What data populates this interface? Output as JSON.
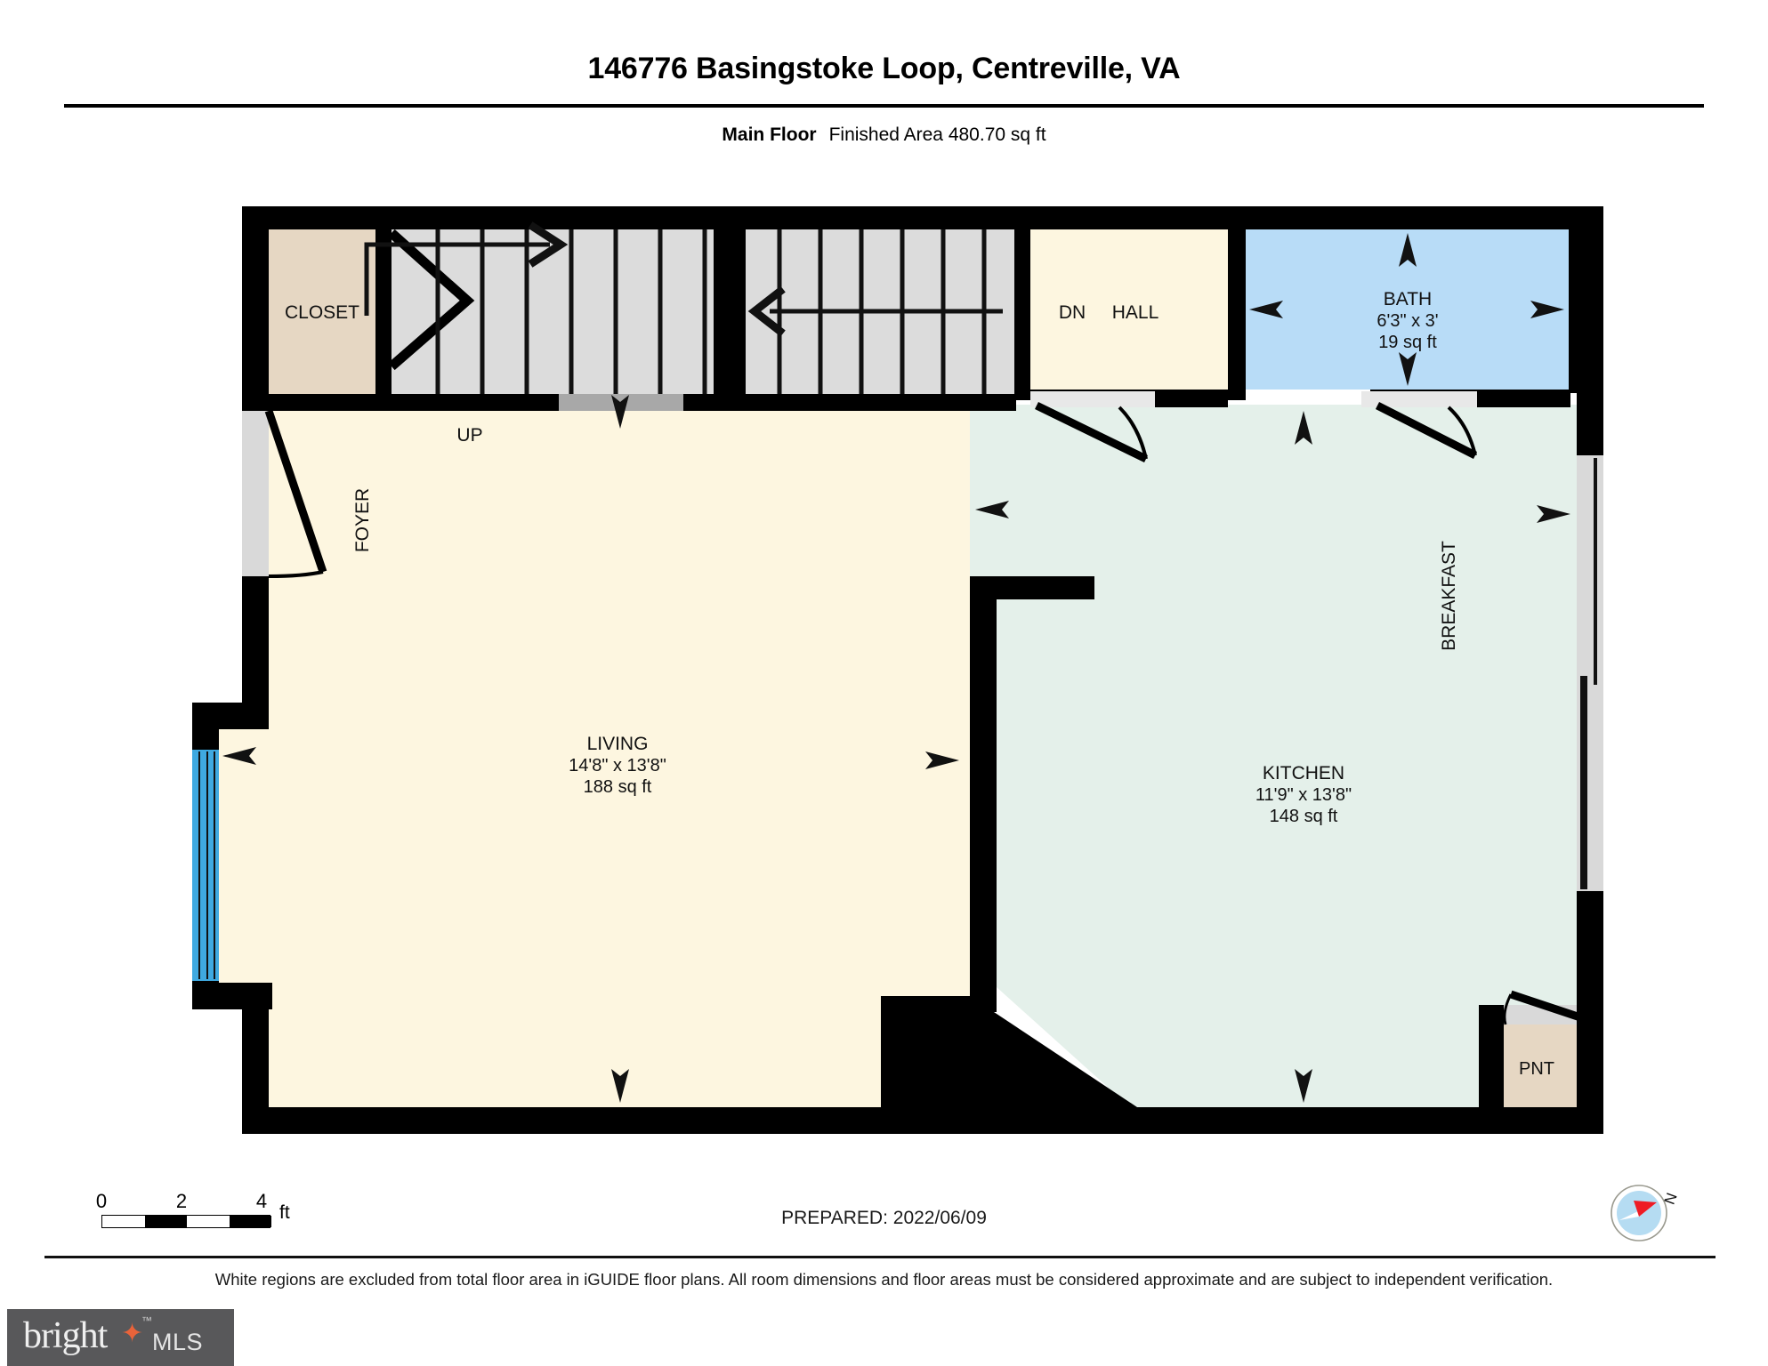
{
  "header": {
    "title": "146776 Basingstoke Loop, Centreville, VA",
    "floor_name": "Main Floor",
    "floor_area": "Finished Area 480.70 sq ft"
  },
  "plan": {
    "rooms": [
      {
        "key": "closet",
        "name": "CLOSET",
        "dims": "",
        "area": "",
        "fill": "#e6d7c3"
      },
      {
        "key": "hall",
        "name": "HALL",
        "dims": "",
        "area": "",
        "fill": "#fdf6e0"
      },
      {
        "key": "dn",
        "name": "DN",
        "dims": "",
        "area": "",
        "fill": "#fdf6e0"
      },
      {
        "key": "up",
        "name": "UP",
        "dims": "",
        "area": "",
        "fill": "#fdf6e0"
      },
      {
        "key": "bath",
        "name": "BATH",
        "dims": "6'3\" x 3'",
        "area": "19 sq ft",
        "fill": "#b8dcf7"
      },
      {
        "key": "foyer",
        "name": "FOYER",
        "dims": "",
        "area": "",
        "fill": "#fdf6e0"
      },
      {
        "key": "living",
        "name": "LIVING",
        "dims": "14'8\" x 13'8\"",
        "area": "188 sq ft",
        "fill": "#fdf6e0"
      },
      {
        "key": "kitchen",
        "name": "KITCHEN",
        "dims": "11'9\" x 13'8\"",
        "area": "148 sq ft",
        "fill": "#e4f0ea"
      },
      {
        "key": "breakfast",
        "name": "BREAKFAST",
        "dims": "",
        "area": "",
        "fill": "#e4f0ea"
      },
      {
        "key": "pnt",
        "name": "PNT",
        "dims": "",
        "area": "",
        "fill": "#e6d7c3"
      }
    ],
    "colors": {
      "wall": "#000000",
      "stairs": "#dcdcdc",
      "window": "#3fa9e0",
      "door_opening": "#d9d9d9",
      "living_fill": "#fdf6e0",
      "kitchen_fill": "#e4f0ea",
      "bath_fill": "#b8dcf7",
      "closet_fill": "#e6d7c3"
    }
  },
  "legend": {
    "scale_ticks": [
      "0",
      "2",
      "4"
    ],
    "scale_unit": "ft",
    "prepared": "PREPARED: 2022/06/09",
    "compass_label": "N"
  },
  "footer": {
    "disclaimer": "White regions are excluded from total floor area in iGUIDE floor plans. All room dimensions and floor areas must be considered approximate and are subject to independent verification.",
    "logo_brand": "bright",
    "logo_tm": "™",
    "logo_mls": "MLS"
  }
}
